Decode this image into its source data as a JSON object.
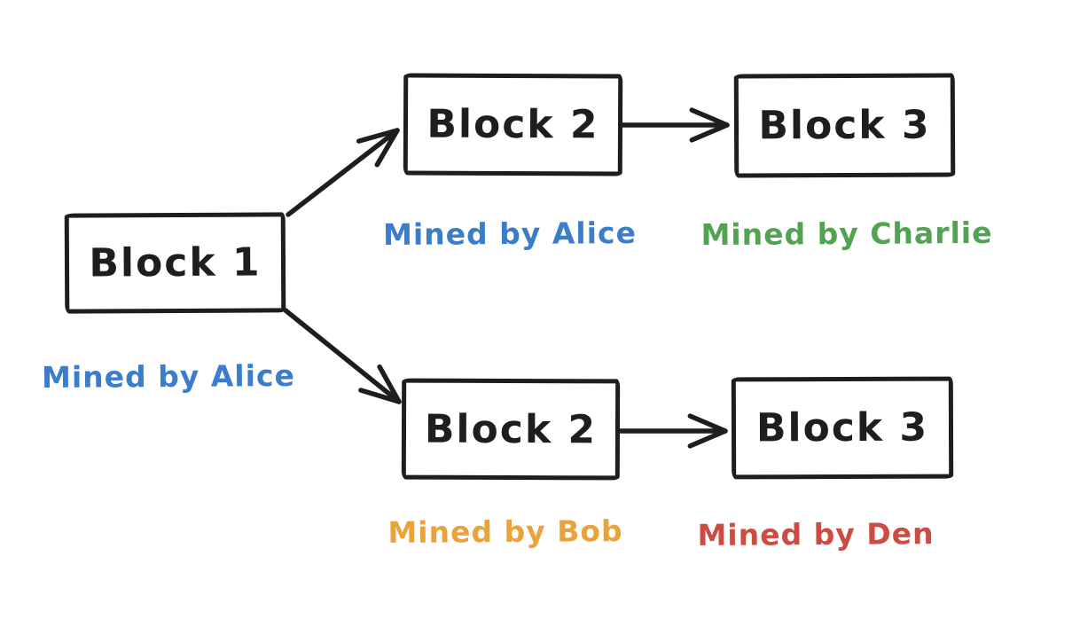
{
  "diagram_type": "blockchain-fork-sketch",
  "blocks": [
    {
      "id": "block-1",
      "label": "Block 1"
    },
    {
      "id": "block-2-top",
      "label": "Block 2"
    },
    {
      "id": "block-3-top",
      "label": "Block 3"
    },
    {
      "id": "block-2-bottom",
      "label": "Block 2"
    },
    {
      "id": "block-3-bottom",
      "label": "Block 3"
    }
  ],
  "miner_labels": [
    {
      "for": "block-1",
      "text": "Mined by Alice",
      "color": "#3c7dcb"
    },
    {
      "for": "block-2-top",
      "text": "Mined by Alice",
      "color": "#3c7dcb"
    },
    {
      "for": "block-3-top",
      "text": "Mined by Charlie",
      "color": "#51a352"
    },
    {
      "for": "block-2-bottom",
      "text": "Mined by Bob",
      "color": "#eba23b"
    },
    {
      "for": "block-3-bottom",
      "text": "Mined by Den",
      "color": "#cc4b42"
    }
  ],
  "connections": [
    {
      "from": "block-1",
      "to": "block-2-top"
    },
    {
      "from": "block-1",
      "to": "block-2-bottom"
    },
    {
      "from": "block-2-top",
      "to": "block-3-top"
    },
    {
      "from": "block-2-bottom",
      "to": "block-3-bottom"
    }
  ],
  "colors": {
    "ink": "#1e1e1e",
    "background": "#ffffff"
  }
}
